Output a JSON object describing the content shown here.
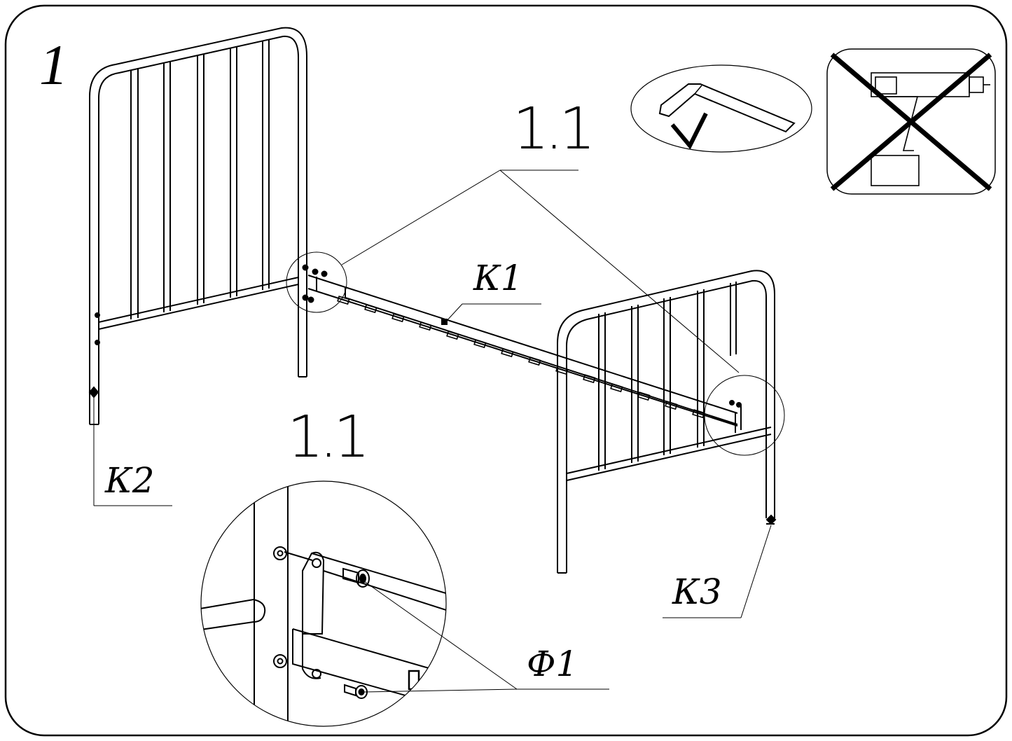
{
  "step_number": "1",
  "detail_callout_top": "1.1",
  "detail_callout_bottom": "1.1",
  "labels": {
    "k1": "К1",
    "k2": "К2",
    "k3": "К3",
    "f1": "Ф1"
  },
  "icons": {
    "allowed_tool": "hex-key-icon",
    "forbidden_tool": "drill-crossed-icon"
  },
  "colors": {
    "line": "#000000",
    "background": "#ffffff"
  }
}
